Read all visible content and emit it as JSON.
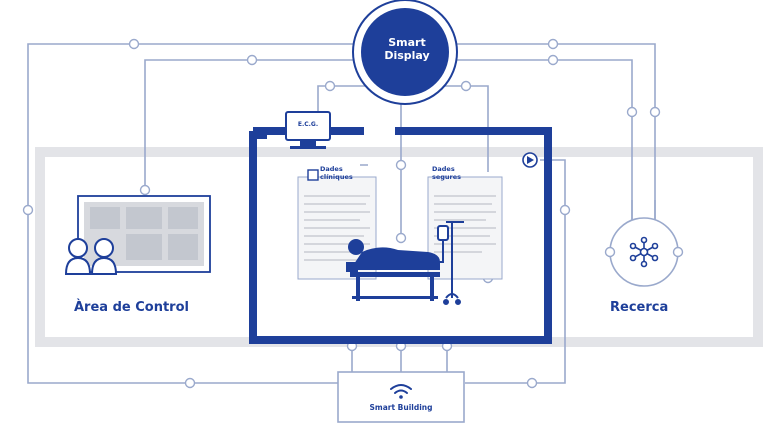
{
  "nodes": {
    "smart_display": "Smart\nDisplay",
    "area_control": "Àrea de Control",
    "recerca": "Recerca",
    "smart_building": "Smart Building",
    "ecg": "E.C.G.",
    "dades_cliniques": "Dades\nclíniques",
    "dades_sanitaries": "Dades\nsegures"
  },
  "colors": {
    "brand": "#1e3f9a",
    "connector": "#9aa9cc",
    "band": "#e3e4e8",
    "panel": "#d7d9de"
  },
  "icons": [
    "monitor-icon",
    "patient-bed-icon",
    "iv-drip-icon",
    "people-icon",
    "molecule-icon",
    "wifi-icon",
    "chart-panel-icon",
    "document-icon"
  ]
}
